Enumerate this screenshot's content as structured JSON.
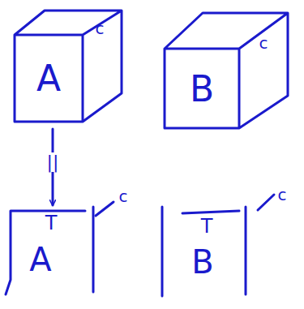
{
  "diagram": {
    "nodes": [
      {
        "text": [
          "A",
          "c"
        ]
      },
      {
        "text": [
          "B",
          "c"
        ]
      },
      {
        "text": [
          "A",
          "T"
        ]
      },
      {
        "text": [
          "B",
          "T"
        ]
      }
    ],
    "edges": [
      {
        "from": 0,
        "to": 2,
        "arrow": "to",
        "label": "||"
      }
    ],
    "labels": [
      "c",
      "c"
    ]
  }
}
